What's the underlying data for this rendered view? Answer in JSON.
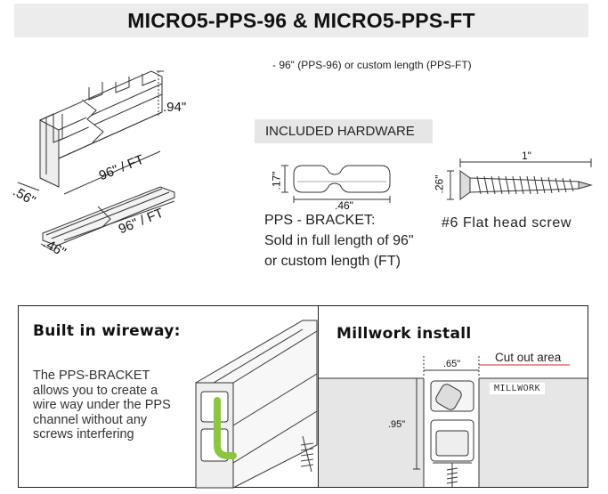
{
  "title": "MICRO5-PPS-96 & MICRO5-PPS-FT",
  "length_note": "- 96\" (PPS-96) or custom length (PPS-FT)",
  "hardware": {
    "label": "INCLUDED HARDWARE",
    "bracket": {
      "title": "PPS - BRACKET:",
      "line1": "Sold in full length of 96\"",
      "line2": "or custom length (FT)",
      "dim_height": ".17\"",
      "dim_width": ".46\""
    },
    "screw": {
      "label": "#6 Flat head screw",
      "dim_length": "1\"",
      "dim_height": ".26\""
    }
  },
  "channel_dims": {
    "height": ".94\"",
    "width": ".56\"",
    "length_channel": "96\" / FT",
    "length_bracket": "96\" / FT",
    "bracket_width": ".46\""
  },
  "wireway": {
    "title": "Built in wireway:",
    "text": "The PPS-BRACKET allows you to create a wire way under the PPS channel without any screws interfering",
    "wire_color": "#8cc63f"
  },
  "millwork": {
    "title": "Millwork install",
    "cutout_label": "Cut out area",
    "surface_label": "MILLWORK",
    "dim_width": ".65\"",
    "dim_depth": ".95\"",
    "cutout_color": "#d9232e"
  }
}
